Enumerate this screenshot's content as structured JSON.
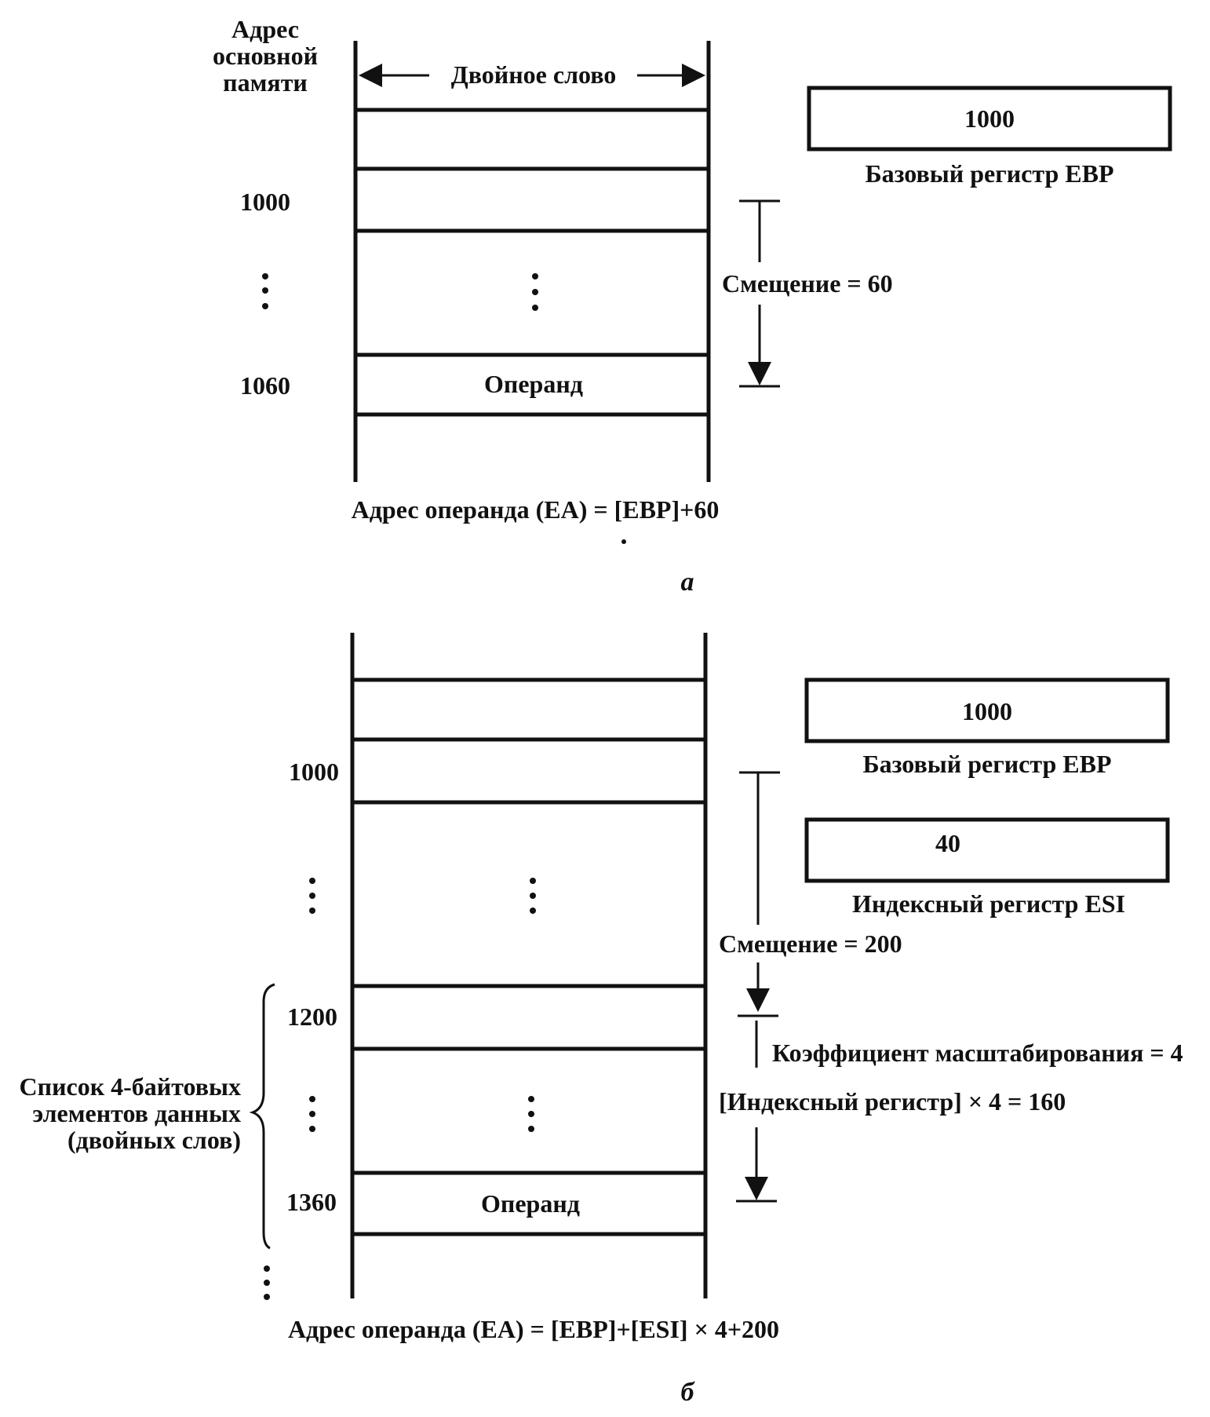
{
  "diagram_a": {
    "address_header": [
      "Адрес",
      "основной",
      "памяти"
    ],
    "width_label": "Двойное слово",
    "addresses": {
      "first": "1000",
      "operand": "1060"
    },
    "operand_label": "Операнд",
    "base_register": {
      "value": "1000",
      "caption": "Базовый регистр EBP"
    },
    "offset_label": "Смещение = 60",
    "formula": "Адрес операнда (EA) = [EBP]+60",
    "caption": "а"
  },
  "diagram_b": {
    "addresses": {
      "first": "1000",
      "list_start": "1200",
      "operand": "1360"
    },
    "operand_label": "Операнд",
    "base_register": {
      "value": "1000",
      "caption": "Базовый регистр EBP"
    },
    "index_register": {
      "value": "40",
      "caption": "Индексный регистр ESI"
    },
    "offset_label": "Смещение = 200",
    "scale_label": "Коэффициент масштабирования = 4",
    "index_product_label": "[Индексный регистр] × 4 = 160",
    "list_label": [
      "Список 4-байтовых",
      "элементов данных",
      "(двойных слов)"
    ],
    "formula": "Адрес операнда (EA) = [EBP]+[ESI] × 4+200",
    "caption": "б"
  }
}
